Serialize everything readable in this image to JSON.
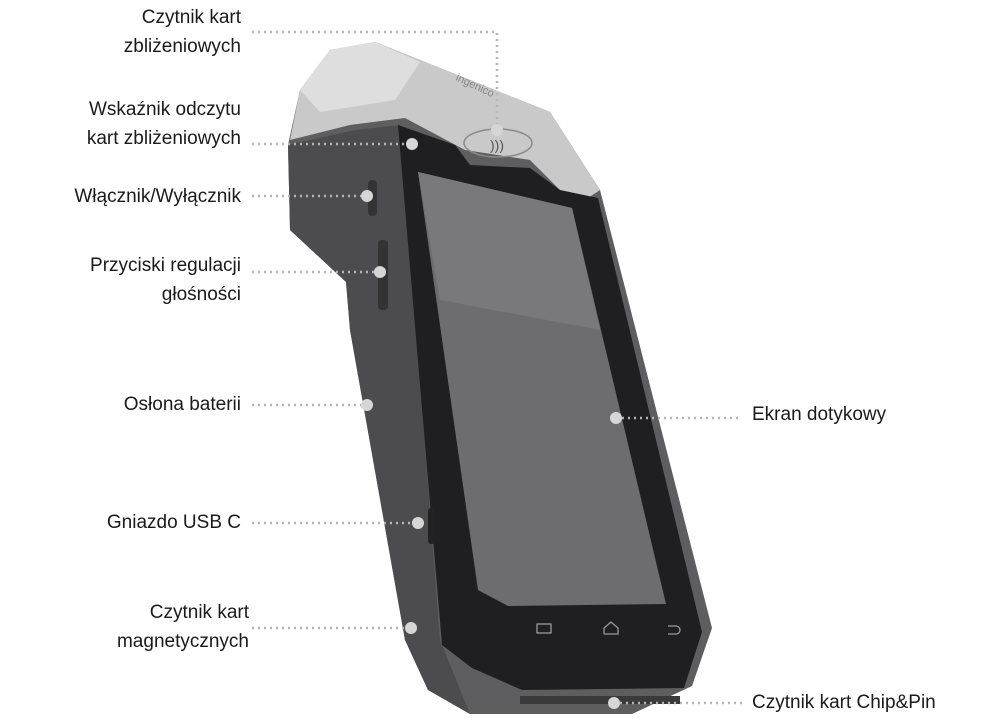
{
  "device": {
    "brand_logo": "ingenico"
  },
  "labels": {
    "contactless_reader": [
      "Czytnik kart",
      "zbliżeniowych"
    ],
    "contactless_indicator": [
      "Wskaźnik odczytu",
      "kart zbliżeniowych"
    ],
    "power_button": "Włącznik/Wyłącznik",
    "volume_buttons": [
      "Przyciski regulacji",
      "głośności"
    ],
    "battery_cover": "Osłona baterii",
    "usb_port": "Gniazdo USB C",
    "magstripe_reader": [
      "Czytnik kart",
      "magnetycznych"
    ],
    "touchscreen": "Ekran dotykowy",
    "chip_reader": "Czytnik kart Chip&Pin"
  },
  "colors": {
    "body": "#5e5e60",
    "cap": "#c9c9c9",
    "bezel": "#1f1f21",
    "screen": "#6d6d6f",
    "leader": "#b5b5b5"
  }
}
